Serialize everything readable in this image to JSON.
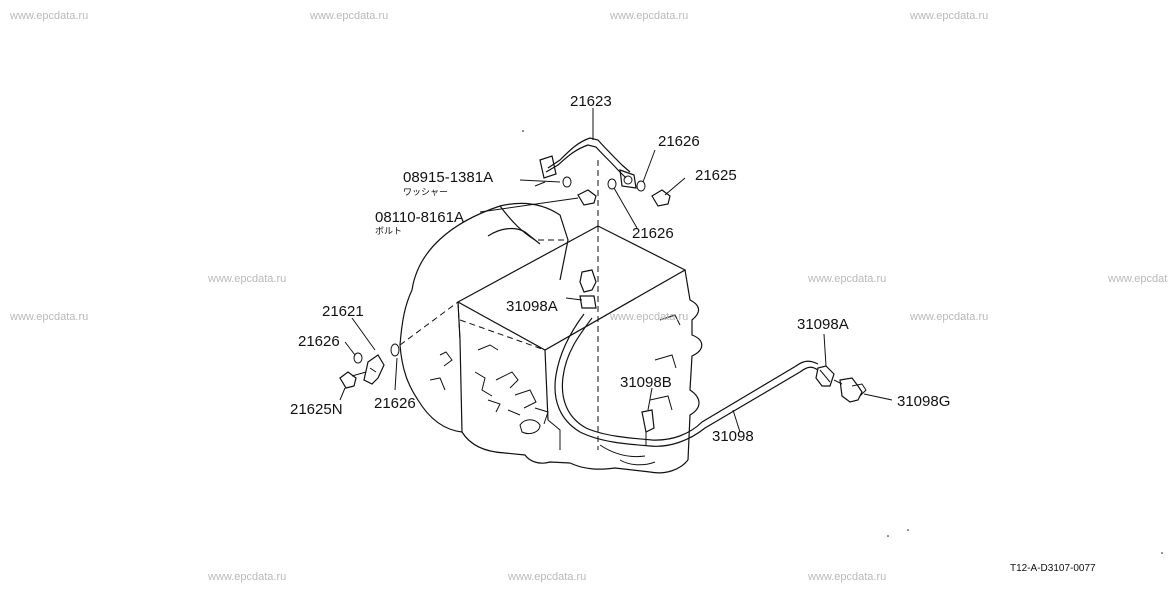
{
  "watermark": "www.epcdata.ru",
  "diagram_ref": "T12-A-D3107-0077",
  "parts": {
    "p21623": "21623",
    "p21626_top": "21626",
    "p21625": "21625",
    "p08915": "08915-1381A",
    "p08915_desc": "ワッシャー",
    "p08110": "08110-8161A",
    "p08110_desc": "ボルト",
    "p21626_mid": "21626",
    "p31098A_left": "31098A",
    "p21621": "21621",
    "p21626_left": "21626",
    "p21625N": "21625N",
    "p21626_low": "21626",
    "p31098B": "31098B",
    "p31098A_right": "31098A",
    "p31098G": "31098G",
    "p31098": "31098"
  }
}
